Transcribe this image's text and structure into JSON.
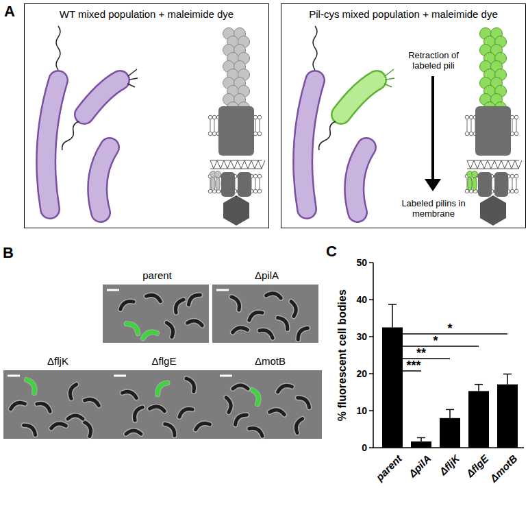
{
  "diagram": {
    "nodes": [
      {
        "text": [
          "WT mixed population + maleimide dye"
        ]
      },
      {
        "text": [
          "Pil-cys mixed population + maleimide dye",
          "Retraction of labeled pili",
          "Labeled pilins in membrane"
        ]
      },
      {
        "text": [
          "parent"
        ]
      },
      {
        "text": [
          "ΔpilA"
        ]
      },
      {
        "text": [
          "ΔfljK"
        ]
      },
      {
        "text": [
          "ΔflgE"
        ]
      },
      {
        "text": [
          "ΔmotB"
        ]
      }
    ],
    "labels": [
      "A",
      "B",
      "C",
      "% fluorescent cell bodies",
      "50",
      "40",
      "30",
      "20",
      "10",
      "0",
      "*",
      "*",
      "**",
      "***",
      "parent",
      "ΔpilA",
      "ΔfljK",
      "ΔflgE",
      "ΔmotB"
    ]
  }
}
